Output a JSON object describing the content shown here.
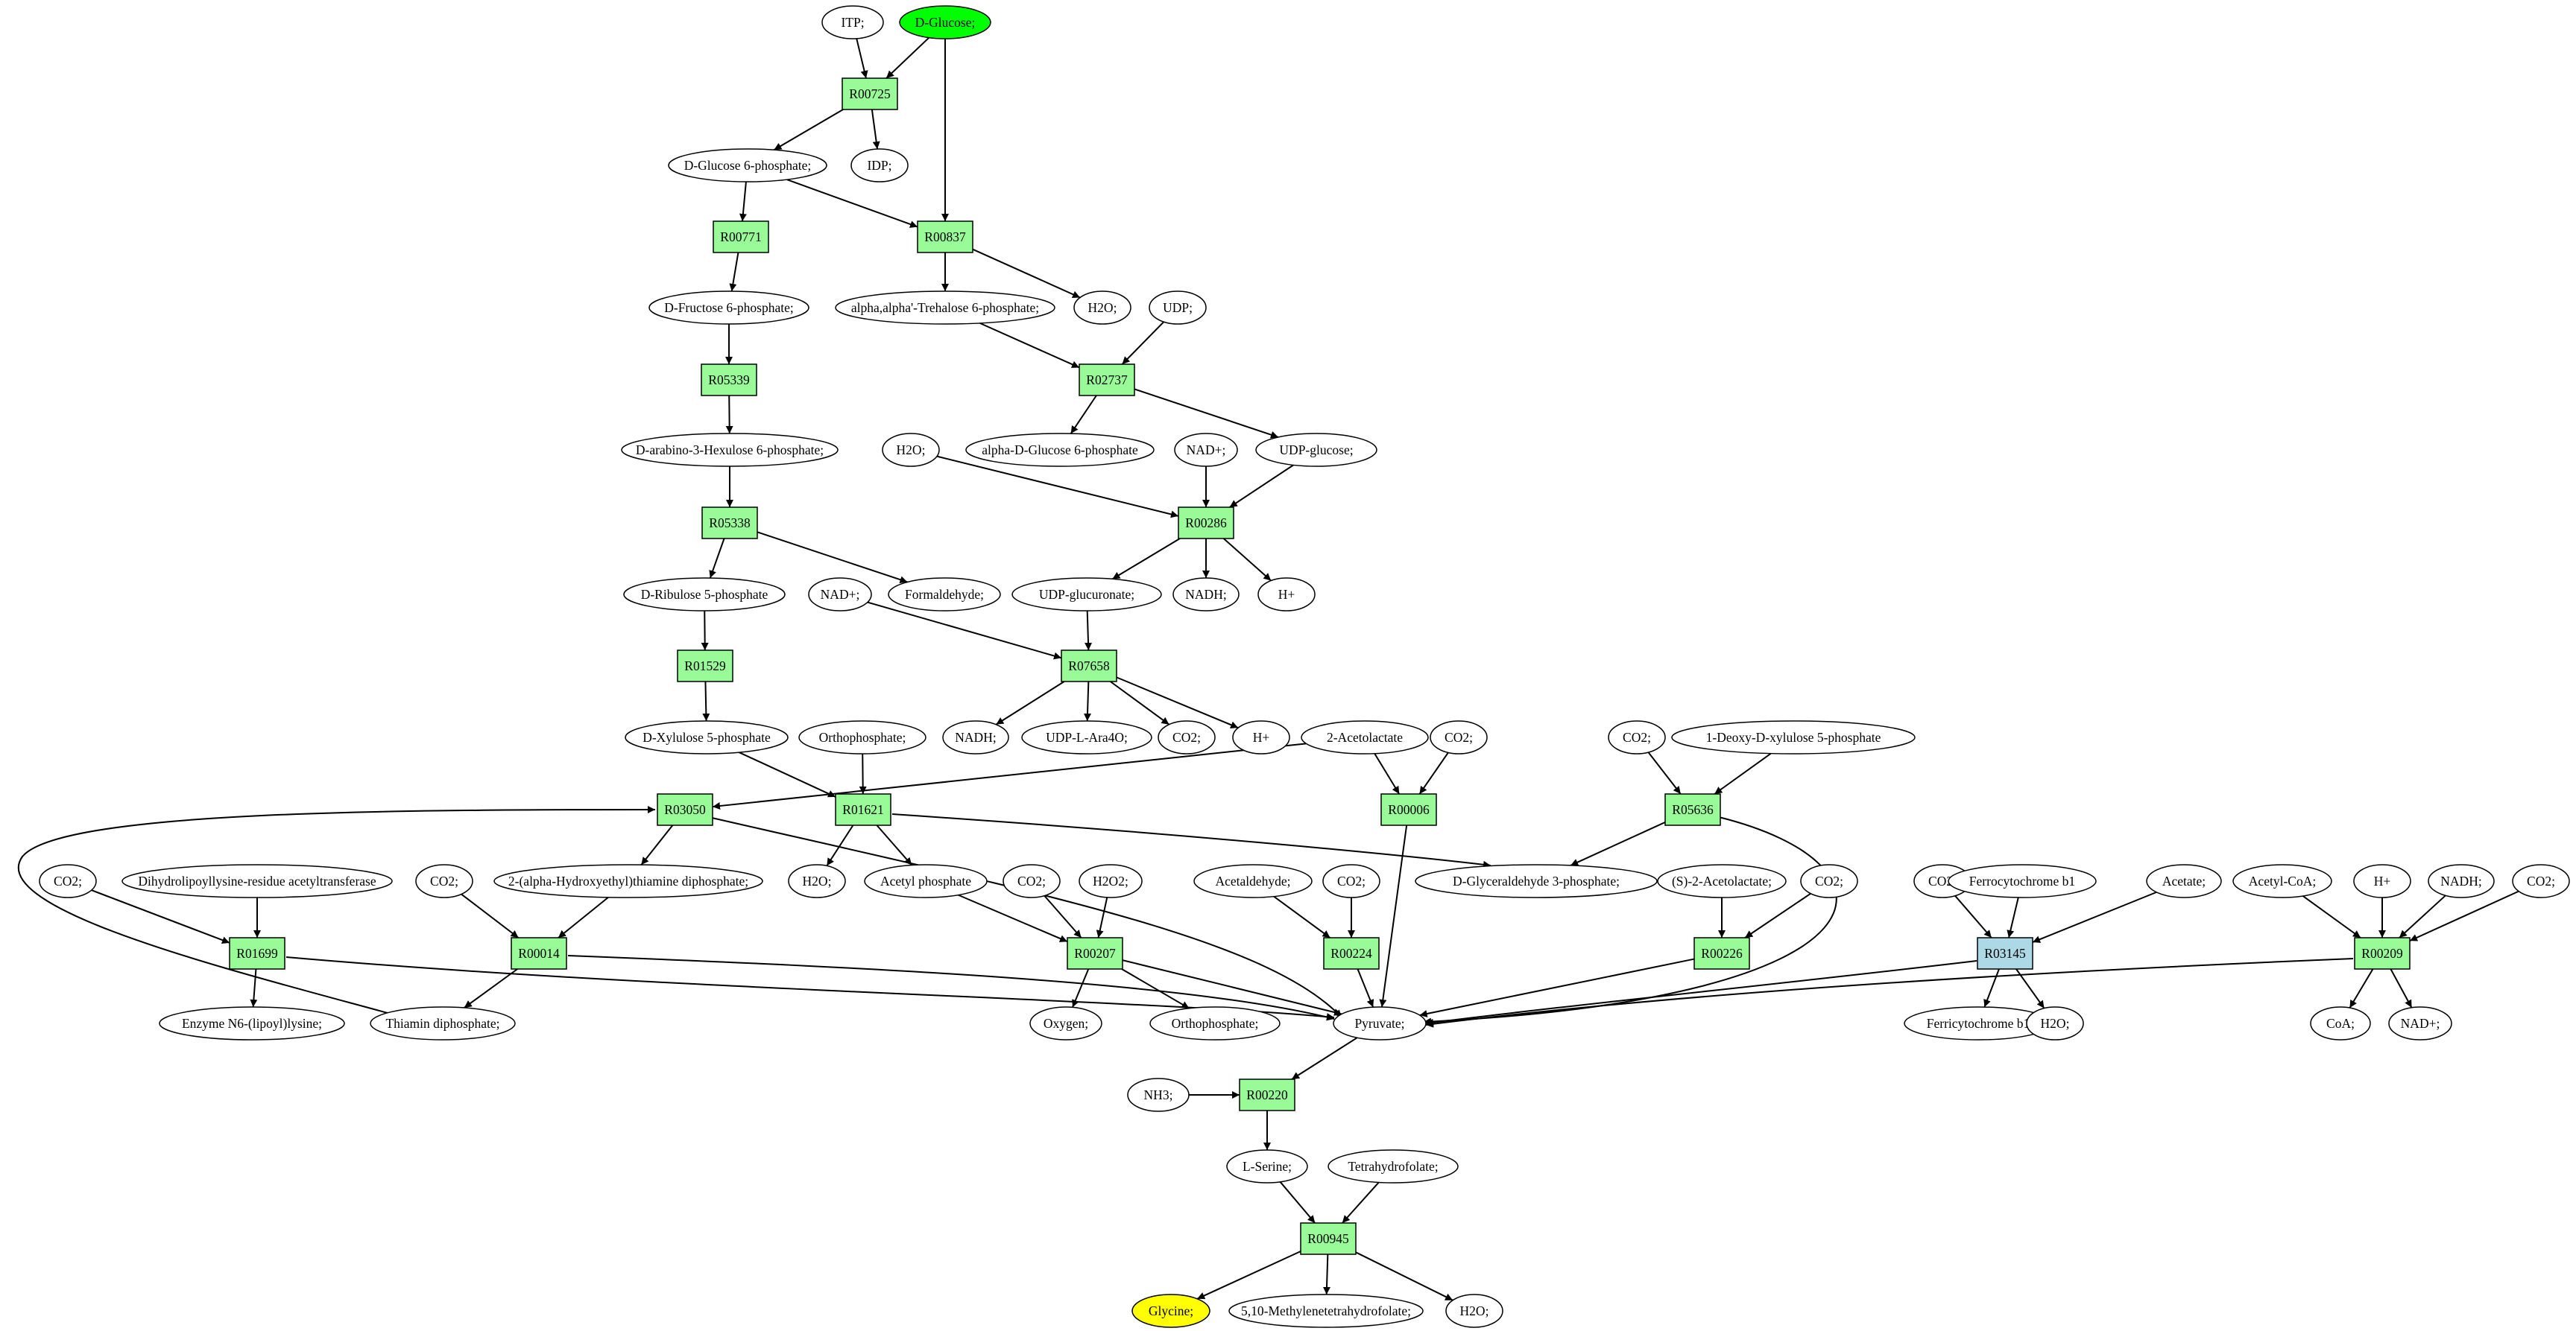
{
  "colors": {
    "reaction": "#98fb98",
    "reaction_highlight": "#add8e6",
    "start": "#00ff00",
    "target": "#ffff00",
    "compound": "#ffffff"
  },
  "compounds": [
    {
      "id": "c_itp",
      "label": "ITP;"
    },
    {
      "id": "c_glucose",
      "label": "D-Glucose;",
      "role": "start"
    },
    {
      "id": "c_idp",
      "label": "IDP;"
    },
    {
      "id": "c_g6p",
      "label": "D-Glucose 6-phosphate;"
    },
    {
      "id": "c_f6p",
      "label": "D-Fructose 6-phosphate;"
    },
    {
      "id": "c_trehalose6p",
      "label": "alpha,alpha'-Trehalose 6-phosphate;"
    },
    {
      "id": "c_h2o_a",
      "label": "H2O;"
    },
    {
      "id": "c_udp",
      "label": "UDP;"
    },
    {
      "id": "c_hexulose",
      "label": "D-arabino-3-Hexulose 6-phosphate;"
    },
    {
      "id": "c_adg6p",
      "label": "alpha-D-Glucose 6-phosphate"
    },
    {
      "id": "c_h2o_b",
      "label": "H2O;"
    },
    {
      "id": "c_nad_a",
      "label": "NAD+;"
    },
    {
      "id": "c_udpglc",
      "label": "UDP-glucose;"
    },
    {
      "id": "c_ribulose",
      "label": "D-Ribulose 5-phosphate"
    },
    {
      "id": "c_formaldehyde",
      "label": "Formaldehyde;"
    },
    {
      "id": "c_nad_b",
      "label": "NAD+;"
    },
    {
      "id": "c_udpglca",
      "label": "UDP-glucuronate;"
    },
    {
      "id": "c_nadh_a",
      "label": "NADH;"
    },
    {
      "id": "c_h_a",
      "label": "H+"
    },
    {
      "id": "c_xylulose",
      "label": "D-Xylulose 5-phosphate"
    },
    {
      "id": "c_orthophos_a",
      "label": "Orthophosphate;"
    },
    {
      "id": "c_nadh_b",
      "label": "NADH;"
    },
    {
      "id": "c_udpara",
      "label": "UDP-L-Ara4O;"
    },
    {
      "id": "c_co2_a",
      "label": "CO2;"
    },
    {
      "id": "c_h_b",
      "label": "H+"
    },
    {
      "id": "c_acetolactate",
      "label": "2-Acetolactate"
    },
    {
      "id": "c_co2_b",
      "label": "CO2;"
    },
    {
      "id": "c_co2_c",
      "label": "CO2;"
    },
    {
      "id": "c_deoxyxylulose",
      "label": "1-Deoxy-D-xylulose 5-phosphate"
    },
    {
      "id": "c_co2_d",
      "label": "CO2;"
    },
    {
      "id": "c_dihydrolipoyl",
      "label": "Dihydrolipoyllysine-residue acetyltransferase"
    },
    {
      "id": "c_co2_e",
      "label": "CO2;"
    },
    {
      "id": "c_hethdp",
      "label": "2-(alpha-Hydroxyethyl)thiamine diphosphate;"
    },
    {
      "id": "c_h2o_c",
      "label": "H2O;"
    },
    {
      "id": "c_acetylp",
      "label": "Acetyl phosphate"
    },
    {
      "id": "c_co2_f",
      "label": "CO2;"
    },
    {
      "id": "c_h2o2",
      "label": "H2O2;"
    },
    {
      "id": "c_acetaldehyde",
      "label": "Acetaldehyde;"
    },
    {
      "id": "c_co2_g",
      "label": "CO2;"
    },
    {
      "id": "c_gap",
      "label": "D-Glyceraldehyde 3-phosphate;"
    },
    {
      "id": "c_s_acetolactate",
      "label": "(S)-2-Acetolactate;"
    },
    {
      "id": "c_co2_h",
      "label": "CO2;"
    },
    {
      "id": "c_co2_i",
      "label": "CO2;"
    },
    {
      "id": "c_ferrocyt",
      "label": "Ferrocytochrome b1"
    },
    {
      "id": "c_acetate",
      "label": "Acetate;"
    },
    {
      "id": "c_acetylcoa",
      "label": "Acetyl-CoA;"
    },
    {
      "id": "c_h_c",
      "label": "H+"
    },
    {
      "id": "c_nadh_c",
      "label": "NADH;"
    },
    {
      "id": "c_co2_j",
      "label": "CO2;"
    },
    {
      "id": "c_lipoyllysine",
      "label": "Enzyme N6-(lipoyl)lysine;"
    },
    {
      "id": "c_thiamin",
      "label": "Thiamin diphosphate;"
    },
    {
      "id": "c_oxygen",
      "label": "Oxygen;"
    },
    {
      "id": "c_orthophos_b",
      "label": "Orthophosphate;"
    },
    {
      "id": "c_pyruvate",
      "label": "Pyruvate;"
    },
    {
      "id": "c_ferricyt",
      "label": "Ferricytochrome b1"
    },
    {
      "id": "c_h2o_d",
      "label": "H2O;"
    },
    {
      "id": "c_coa",
      "label": "CoA;"
    },
    {
      "id": "c_nad_c",
      "label": "NAD+;"
    },
    {
      "id": "c_nh3",
      "label": "NH3;"
    },
    {
      "id": "c_serine",
      "label": "L-Serine;"
    },
    {
      "id": "c_thf",
      "label": "Tetrahydrofolate;"
    },
    {
      "id": "c_glycine",
      "label": "Glycine;",
      "role": "target"
    },
    {
      "id": "c_methylene_thf",
      "label": "5,10-Methylenetetrahydrofolate;"
    },
    {
      "id": "c_h2o_e",
      "label": "H2O;"
    }
  ],
  "reactions": [
    {
      "id": "r_R00725",
      "label": "R00725"
    },
    {
      "id": "r_R00771",
      "label": "R00771"
    },
    {
      "id": "r_R00837",
      "label": "R00837"
    },
    {
      "id": "r_R05339",
      "label": "R05339"
    },
    {
      "id": "r_R02737",
      "label": "R02737"
    },
    {
      "id": "r_R05338",
      "label": "R05338"
    },
    {
      "id": "r_R00286",
      "label": "R00286"
    },
    {
      "id": "r_R01529",
      "label": "R01529"
    },
    {
      "id": "r_R07658",
      "label": "R07658"
    },
    {
      "id": "r_R03050",
      "label": "R03050"
    },
    {
      "id": "r_R01621",
      "label": "R01621"
    },
    {
      "id": "r_R00006",
      "label": "R00006"
    },
    {
      "id": "r_R05636",
      "label": "R05636"
    },
    {
      "id": "r_R01699",
      "label": "R01699"
    },
    {
      "id": "r_R00014",
      "label": "R00014"
    },
    {
      "id": "r_R00207",
      "label": "R00207"
    },
    {
      "id": "r_R00224",
      "label": "R00224"
    },
    {
      "id": "r_R00226",
      "label": "R00226"
    },
    {
      "id": "r_R03145",
      "label": "R03145",
      "highlight": true
    },
    {
      "id": "r_R00209",
      "label": "R00209"
    },
    {
      "id": "r_R00220",
      "label": "R00220"
    },
    {
      "id": "r_R00945",
      "label": "R00945"
    }
  ],
  "edges": [
    [
      "c_itp",
      "r_R00725"
    ],
    [
      "c_glucose",
      "r_R00725"
    ],
    [
      "c_glucose",
      "r_R00837"
    ],
    [
      "r_R00725",
      "c_g6p"
    ],
    [
      "r_R00725",
      "c_idp"
    ],
    [
      "c_g6p",
      "r_R00771"
    ],
    [
      "c_g6p",
      "r_R00837"
    ],
    [
      "r_R00771",
      "c_f6p"
    ],
    [
      "r_R00837",
      "c_trehalose6p"
    ],
    [
      "r_R00837",
      "c_h2o_a"
    ],
    [
      "c_f6p",
      "r_R05339"
    ],
    [
      "c_trehalose6p",
      "r_R02737"
    ],
    [
      "c_udp",
      "r_R02737"
    ],
    [
      "r_R05339",
      "c_hexulose"
    ],
    [
      "r_R02737",
      "c_adg6p"
    ],
    [
      "r_R02737",
      "c_udpglc"
    ],
    [
      "c_hexulose",
      "r_R05338"
    ],
    [
      "c_h2o_b",
      "r_R00286"
    ],
    [
      "c_nad_a",
      "r_R00286"
    ],
    [
      "c_udpglc",
      "r_R00286"
    ],
    [
      "r_R05338",
      "c_ribulose"
    ],
    [
      "r_R05338",
      "c_formaldehyde"
    ],
    [
      "r_R00286",
      "c_udpglca"
    ],
    [
      "r_R00286",
      "c_nadh_a"
    ],
    [
      "r_R00286",
      "c_h_a"
    ],
    [
      "c_ribulose",
      "r_R01529"
    ],
    [
      "c_nad_b",
      "r_R07658"
    ],
    [
      "c_udpglca",
      "r_R07658"
    ],
    [
      "r_R01529",
      "c_xylulose"
    ],
    [
      "r_R07658",
      "c_nadh_b"
    ],
    [
      "r_R07658",
      "c_udpara"
    ],
    [
      "r_R07658",
      "c_co2_a"
    ],
    [
      "r_R07658",
      "c_h_b"
    ],
    [
      "c_xylulose",
      "r_R01621"
    ],
    [
      "c_orthophos_a",
      "r_R01621"
    ],
    [
      "c_acetolactate",
      "r_R03050"
    ],
    [
      "c_acetolactate",
      "r_R00006"
    ],
    [
      "c_co2_b",
      "r_R00006"
    ],
    [
      "c_co2_c",
      "r_R05636"
    ],
    [
      "c_deoxyxylulose",
      "r_R05636"
    ],
    [
      "r_R03050",
      "c_hethdp"
    ],
    [
      "r_R03050",
      "c_pyruvate"
    ],
    [
      "r_R01621",
      "c_h2o_c"
    ],
    [
      "r_R01621",
      "c_acetylp"
    ],
    [
      "r_R01621",
      "c_gap"
    ],
    [
      "r_R05636",
      "c_gap"
    ],
    [
      "r_R05636",
      "c_pyruvate"
    ],
    [
      "r_R00006",
      "c_pyruvate"
    ],
    [
      "c_co2_d",
      "r_R01699"
    ],
    [
      "c_dihydrolipoyl",
      "r_R01699"
    ],
    [
      "c_co2_e",
      "r_R00014"
    ],
    [
      "c_hethdp",
      "r_R00014"
    ],
    [
      "c_acetylp",
      "r_R00207"
    ],
    [
      "c_co2_f",
      "r_R00207"
    ],
    [
      "c_h2o2",
      "r_R00207"
    ],
    [
      "c_acetaldehyde",
      "r_R00224"
    ],
    [
      "c_co2_g",
      "r_R00224"
    ],
    [
      "c_s_acetolactate",
      "r_R00226"
    ],
    [
      "c_co2_h",
      "r_R00226"
    ],
    [
      "c_co2_i",
      "r_R03145"
    ],
    [
      "c_ferrocyt",
      "r_R03145"
    ],
    [
      "c_acetate",
      "r_R03145"
    ],
    [
      "c_acetylcoa",
      "r_R00209"
    ],
    [
      "c_h_c",
      "r_R00209"
    ],
    [
      "c_nadh_c",
      "r_R00209"
    ],
    [
      "c_co2_j",
      "r_R00209"
    ],
    [
      "r_R01699",
      "c_lipoyllysine"
    ],
    [
      "r_R01699",
      "c_pyruvate"
    ],
    [
      "r_R00014",
      "c_thiamin"
    ],
    [
      "r_R00014",
      "c_pyruvate"
    ],
    [
      "c_thiamin",
      "r_R03050"
    ],
    [
      "r_R00207",
      "c_oxygen"
    ],
    [
      "r_R00207",
      "c_orthophos_b"
    ],
    [
      "r_R00207",
      "c_pyruvate"
    ],
    [
      "r_R00224",
      "c_pyruvate"
    ],
    [
      "r_R00226",
      "c_pyruvate"
    ],
    [
      "r_R03145",
      "c_ferricyt"
    ],
    [
      "r_R03145",
      "c_h2o_d"
    ],
    [
      "r_R03145",
      "c_pyruvate"
    ],
    [
      "r_R00209",
      "c_coa"
    ],
    [
      "r_R00209",
      "c_nad_c"
    ],
    [
      "r_R00209",
      "c_pyruvate"
    ],
    [
      "c_pyruvate",
      "r_R00220"
    ],
    [
      "c_nh3",
      "r_R00220"
    ],
    [
      "r_R00220",
      "c_serine"
    ],
    [
      "c_serine",
      "r_R00945"
    ],
    [
      "c_thf",
      "r_R00945"
    ],
    [
      "r_R00945",
      "c_glycine"
    ],
    [
      "r_R00945",
      "c_methylene_thf"
    ],
    [
      "r_R00945",
      "c_h2o_e"
    ]
  ]
}
